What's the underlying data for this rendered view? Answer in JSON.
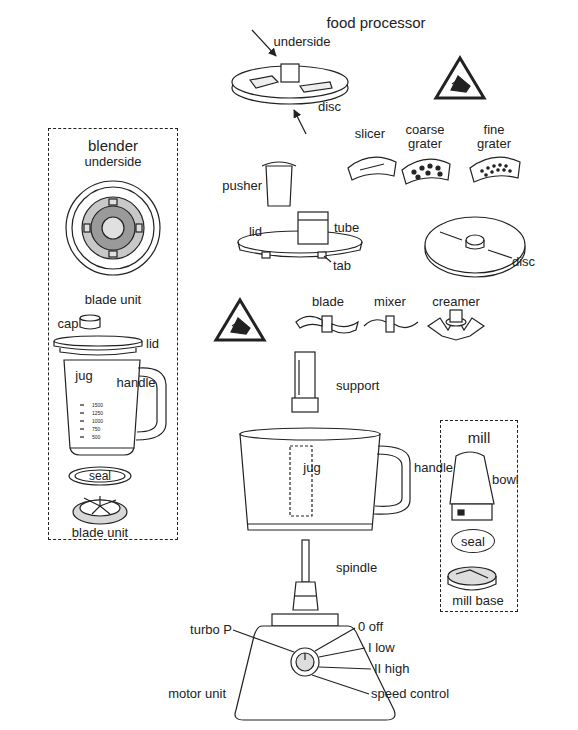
{
  "diagram": {
    "title": "food processor",
    "nodes": [
      {
        "text": [
          "blender"
        ]
      },
      {
        "text": [
          "mill"
        ]
      },
      {
        "text": [
          "seal"
        ],
        "in": 1
      }
    ],
    "labels": [
      "underside",
      "blade unit",
      "cap",
      "lid",
      "jug",
      "handle",
      "1500",
      "1250",
      "1000",
      "750",
      "500",
      "seal",
      "blade unit",
      "underside",
      "disc",
      "slicer",
      "coarse grater",
      "fine grater",
      "pusher",
      "lid",
      "tube",
      "tab",
      "disc",
      "blade",
      "mixer",
      "creamer",
      "support",
      "jug",
      "handle",
      "bowl",
      "mill base",
      "spindle",
      "turbo P",
      "0 off",
      "I low",
      "II high",
      "speed control",
      "motor unit"
    ]
  }
}
